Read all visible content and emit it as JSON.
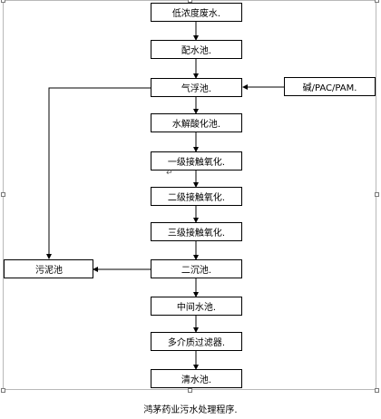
{
  "diagram": {
    "steps": [
      "低浓度废水.",
      "配水池.",
      "气浮池.",
      "水解酸化池.",
      "一级接触氧化.",
      "二级接触氧化.",
      "三级接触氧化.",
      "二沉池.",
      "中间水池.",
      "多介质过滤器.",
      "清水池."
    ],
    "chemicals": "碱/PAC/PAM.",
    "sludge": "污泥池",
    "caption": "鸿茅药业污水处理程序.",
    "return_mark": "↵"
  }
}
